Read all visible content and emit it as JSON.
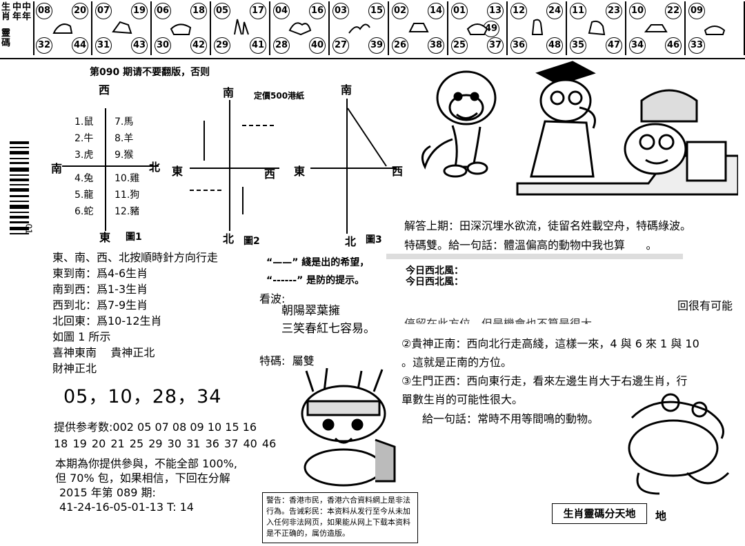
{
  "strip": {
    "title": [
      "生肖",
      "靈碼",
      "中年",
      "中年"
    ],
    "cells": [
      {
        "tl": "08",
        "tr": "20",
        "bl": "32",
        "br": "44"
      },
      {
        "tl": "07",
        "tr": "19",
        "bl": "31",
        "br": "43"
      },
      {
        "tl": "06",
        "tr": "18",
        "bl": "30",
        "br": "42"
      },
      {
        "tl": "05",
        "tr": "17",
        "bl": "29",
        "br": "41"
      },
      {
        "tl": "04",
        "tr": "16",
        "bl": "28",
        "br": "40"
      },
      {
        "tl": "03",
        "tr": "15",
        "bl": "27",
        "br": "39"
      },
      {
        "tl": "02",
        "tr": "14",
        "bl": "26",
        "br": "38"
      },
      {
        "tl": "01",
        "tr": "13",
        "bl": "25",
        "br": "37",
        "extra": "49"
      },
      {
        "tl": "12",
        "tr": "24",
        "bl": "36",
        "br": "48"
      },
      {
        "tl": "11",
        "tr": "23",
        "bl": "35",
        "br": "47"
      },
      {
        "tl": "10",
        "tr": "22",
        "bl": "34",
        "br": "46"
      },
      {
        "tl": "09",
        "tr": "",
        "bl": "33",
        "br": ""
      }
    ]
  },
  "header": {
    "issue_note": "第090 期请不要翻版，否则",
    "price": "定價500港紙"
  },
  "fig1": {
    "north_top": "西",
    "left": "南",
    "right": "北",
    "bottom": "東",
    "caption": "圖1",
    "col1": [
      "1.鼠",
      "2.牛",
      "3.虎",
      "4.兔",
      "5.龍",
      "6.蛇"
    ],
    "col2": [
      "7.馬",
      "8.羊",
      "9.猴",
      "10.雞",
      "11.狗",
      "12.豬"
    ]
  },
  "fig2": {
    "top": "南",
    "left": "東",
    "right": "西",
    "bottom": "北",
    "caption": "圖2"
  },
  "fig3": {
    "top": "南",
    "left": "東",
    "right": "西",
    "bottom": "北",
    "caption": "圖3"
  },
  "rules": {
    "intro": "東、南、西、北按順時針方向行走",
    "lines": [
      "東到南：爲4-6生肖",
      "南到西：爲1-3生肖",
      "西到北：爲7-9生肖",
      "北回東：爲10-12生肖"
    ],
    "fig_ref": "如圖 1 所示",
    "gods1": "喜神東南",
    "gods2": "貴神正北",
    "gods3": "財神正北"
  },
  "legend": {
    "solid": "“——” 綫是出的希望，",
    "dashed": "“------” 是防的提示。"
  },
  "kanbo": {
    "label": "看波:",
    "line1": "朝陽翠葉擁",
    "line2": "三笑春紅七容易。"
  },
  "tema": {
    "label": "特碼:",
    "value": "屬雙"
  },
  "numbers": {
    "main": "05，10，28，34",
    "ref_label": "提供参考数:",
    "ref_row1": "002  05  07  08  09  10  15  16",
    "ref_row2": "18  19  20  21  25  29  30  31  36  37  40  46"
  },
  "note": {
    "line1": "本期為你提供參與，不能全部 100%,",
    "line2": "但 70% 包，如果相信，下回在分解",
    "line3": "2015 年第 089 期:",
    "line4": "41-24-16-05-01-13  T:  14"
  },
  "answer": {
    "line1": "解答上期：田深沉埋水欲流，徒留名姓載空舟，特碼綠波。",
    "line2": "特碼雙。給一句話：體溫偏高的動物中我也算",
    "line2_end": "。",
    "wind1": "今日西北風：",
    "wind2": "今日西北風：",
    "possible": "回很有可能",
    "obscured": "停留在此方位。但是機會也不算是很大。",
    "p2": "②貴神正南：西向北行走高綫，這樣一來，4 與 6 來 1 與 10",
    "p2b": "。這就是正南的方位。",
    "p3": "③生門正西：西向東行走，看來左邊生肖大于右邊生肖，行",
    "p3b": "單數生肖的可能性很大。",
    "p4": "給一句話：常時不用等間鳴的動物。"
  },
  "warning": "警告：香港市民，香港六合資料網上是非法行為。告诫彩民：本资料从发行至今从未加入任何非法网页，如果能从网上下载本资料是不正确的，属仿造版。",
  "brand": {
    "box": "生肖靈碼分天地",
    "suffix": "地"
  },
  "barcode_text": "01"
}
